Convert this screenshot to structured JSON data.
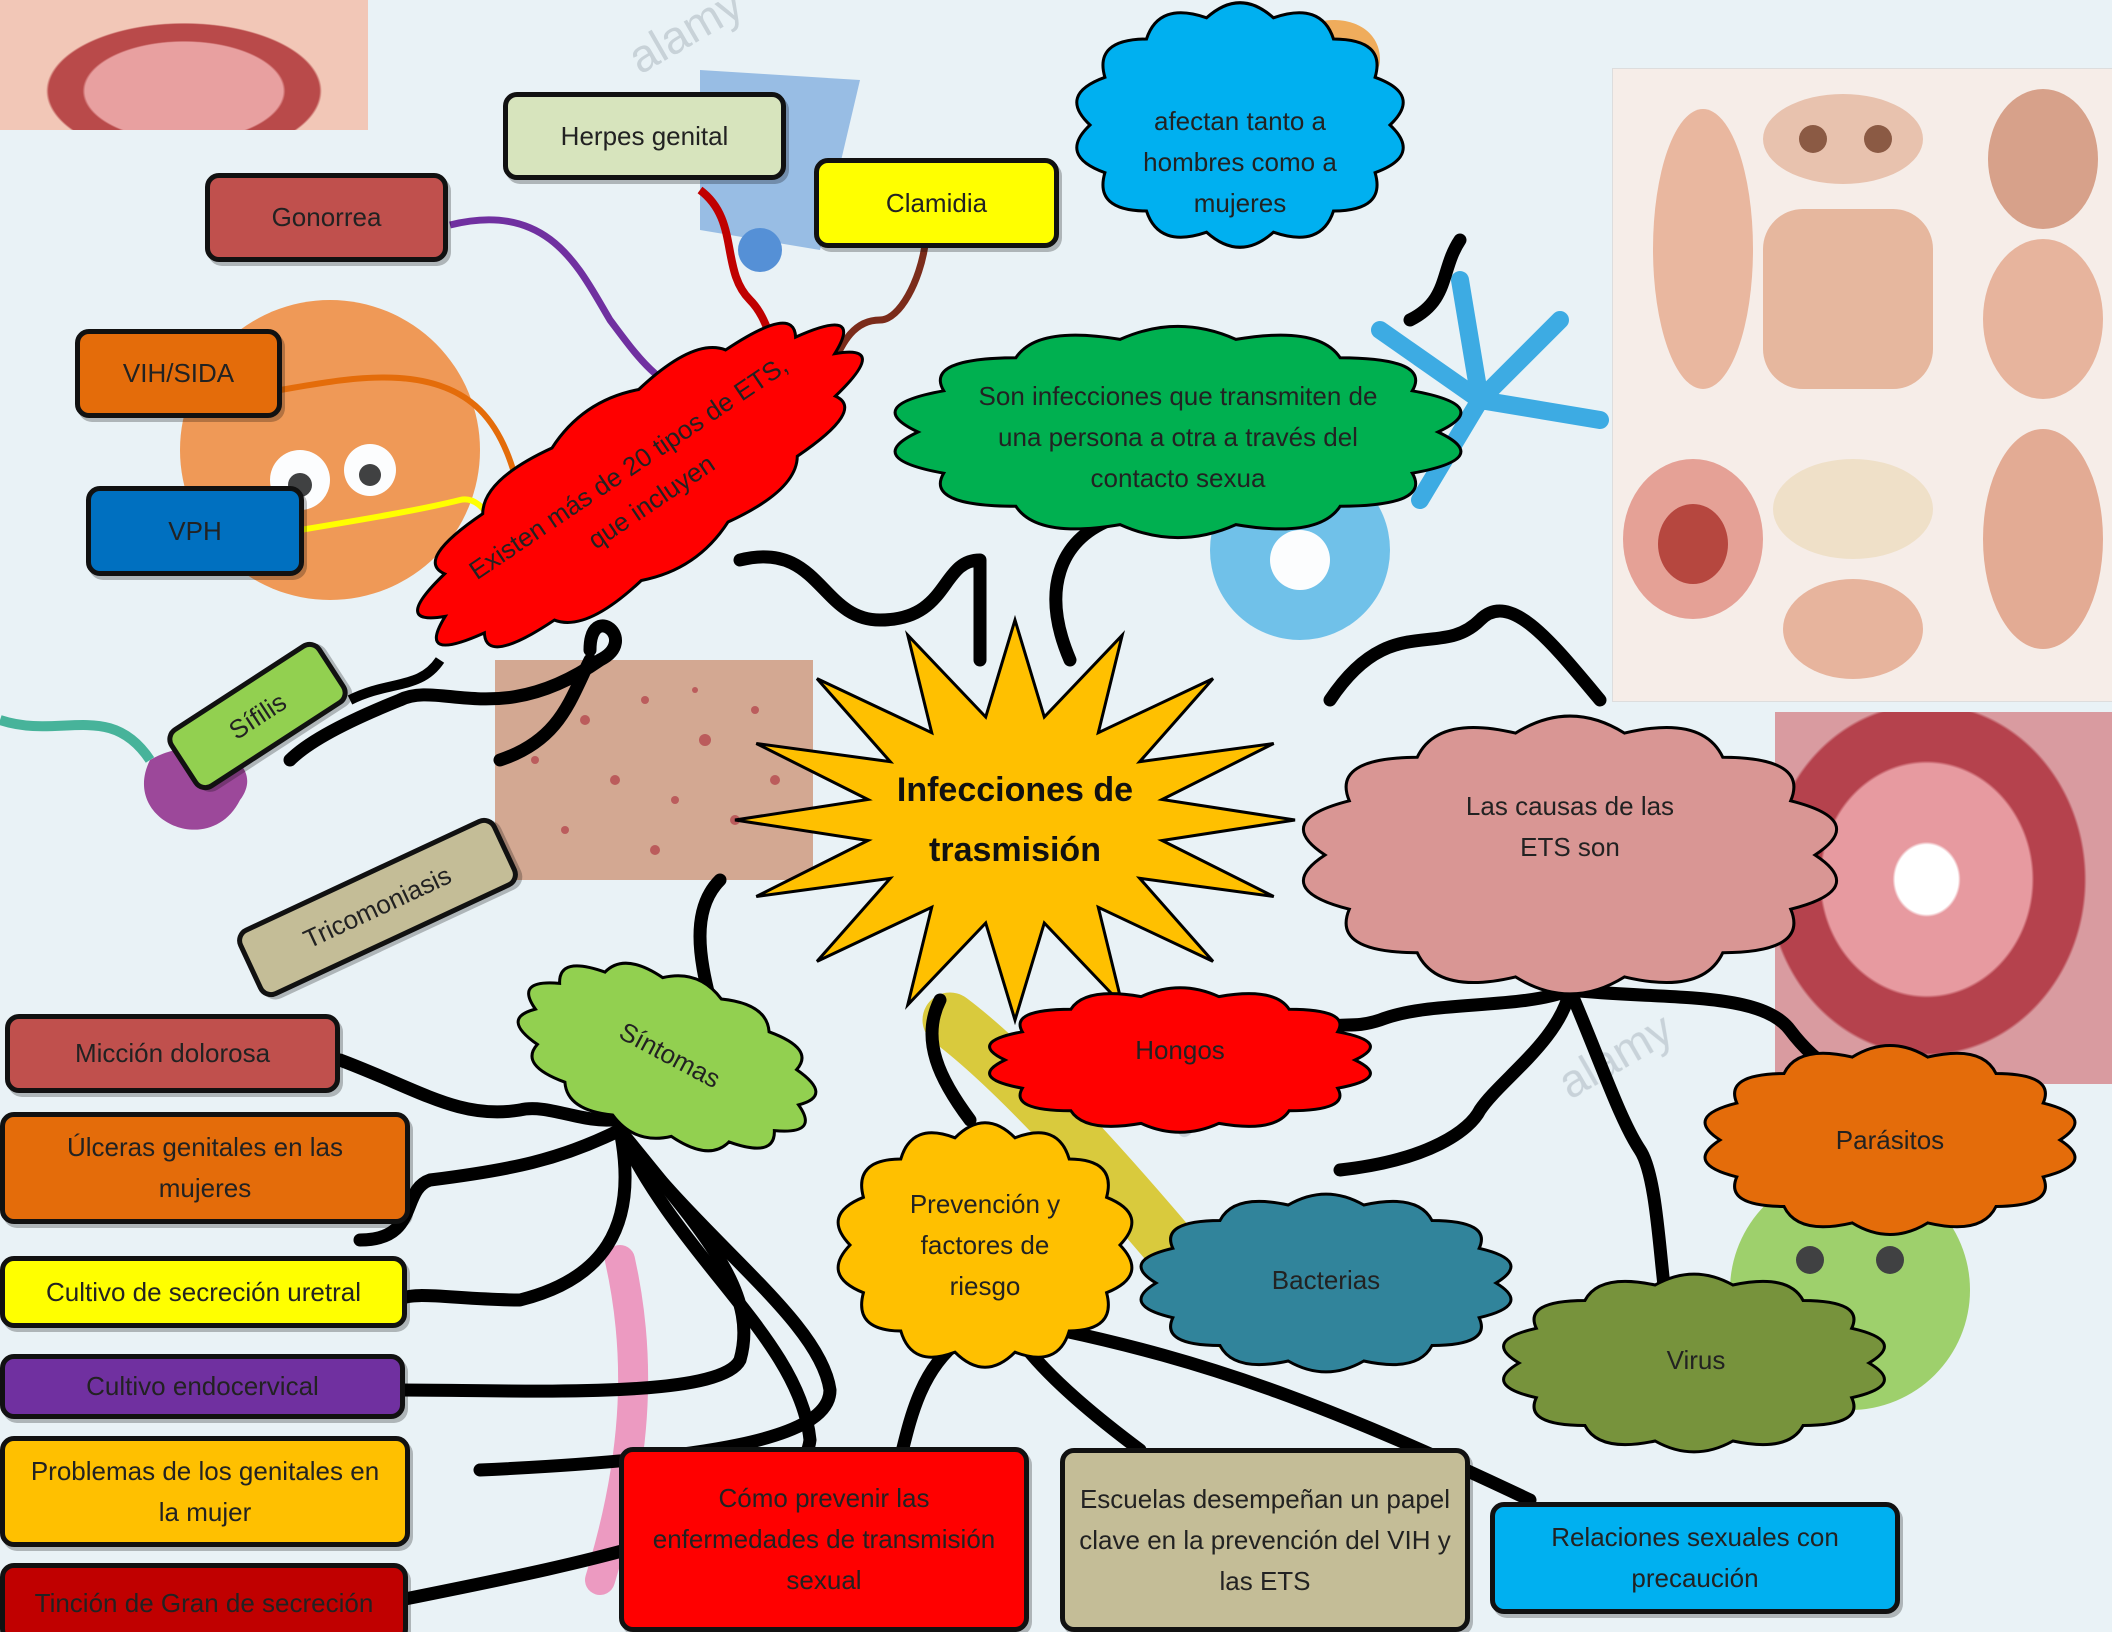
{
  "center": {
    "title": "Infecciones de trasmisión",
    "color": "#ffc000"
  },
  "left_branch": {
    "intro": "Existen más de 20 tipos de ETS, que incluyen",
    "types": [
      "Gonorrea",
      "Herpes genital",
      "Clamidia",
      "VIH/SIDA",
      "VPH",
      "Sífilis",
      "Tricomoniasis"
    ]
  },
  "definition": {
    "text": "Son infecciones que transmiten de una persona a otra a través del contacto sexua",
    "note": "afectan tanto a hombres como a mujeres"
  },
  "causes": {
    "title": "Las causas de las ETS son",
    "items": [
      "Hongos",
      "Parásitos",
      "Bacterias",
      "Virus"
    ]
  },
  "symptoms": {
    "title": "Síntomas",
    "items": [
      "Micción dolorosa",
      "Úlceras genitales en las mujeres",
      "Cultivo de secreción uretral",
      "Cultivo endocervical",
      "Problemas de los genitales en la mujer",
      "Tinción de Gran de secreción"
    ]
  },
  "prevention": {
    "title": "Prevención y factores de riesgo",
    "items": [
      "Cómo prevenir las enfermedades de transmisión sexual",
      "Escuelas desempeñan un papel clave en la prevención del VIH y las ETS",
      "Relaciones sexuales con precaución"
    ]
  },
  "watermark": "alamy",
  "colors": {
    "red": "#ff0000",
    "green": "#00b050",
    "blue": "#00b0f0",
    "pink": "#d99694",
    "orange": "#e46c0a",
    "teal": "#31849b",
    "olive": "#77933c",
    "yellow": "#ffff00",
    "purple": "#7030a0",
    "light_green": "#92d050",
    "khaki": "#c4bd97",
    "sage": "#d7e4bd",
    "dark_red": "#c0504d",
    "dark_blue": "#0070c0",
    "crimson": "#c00000",
    "amber": "#ffc000"
  }
}
